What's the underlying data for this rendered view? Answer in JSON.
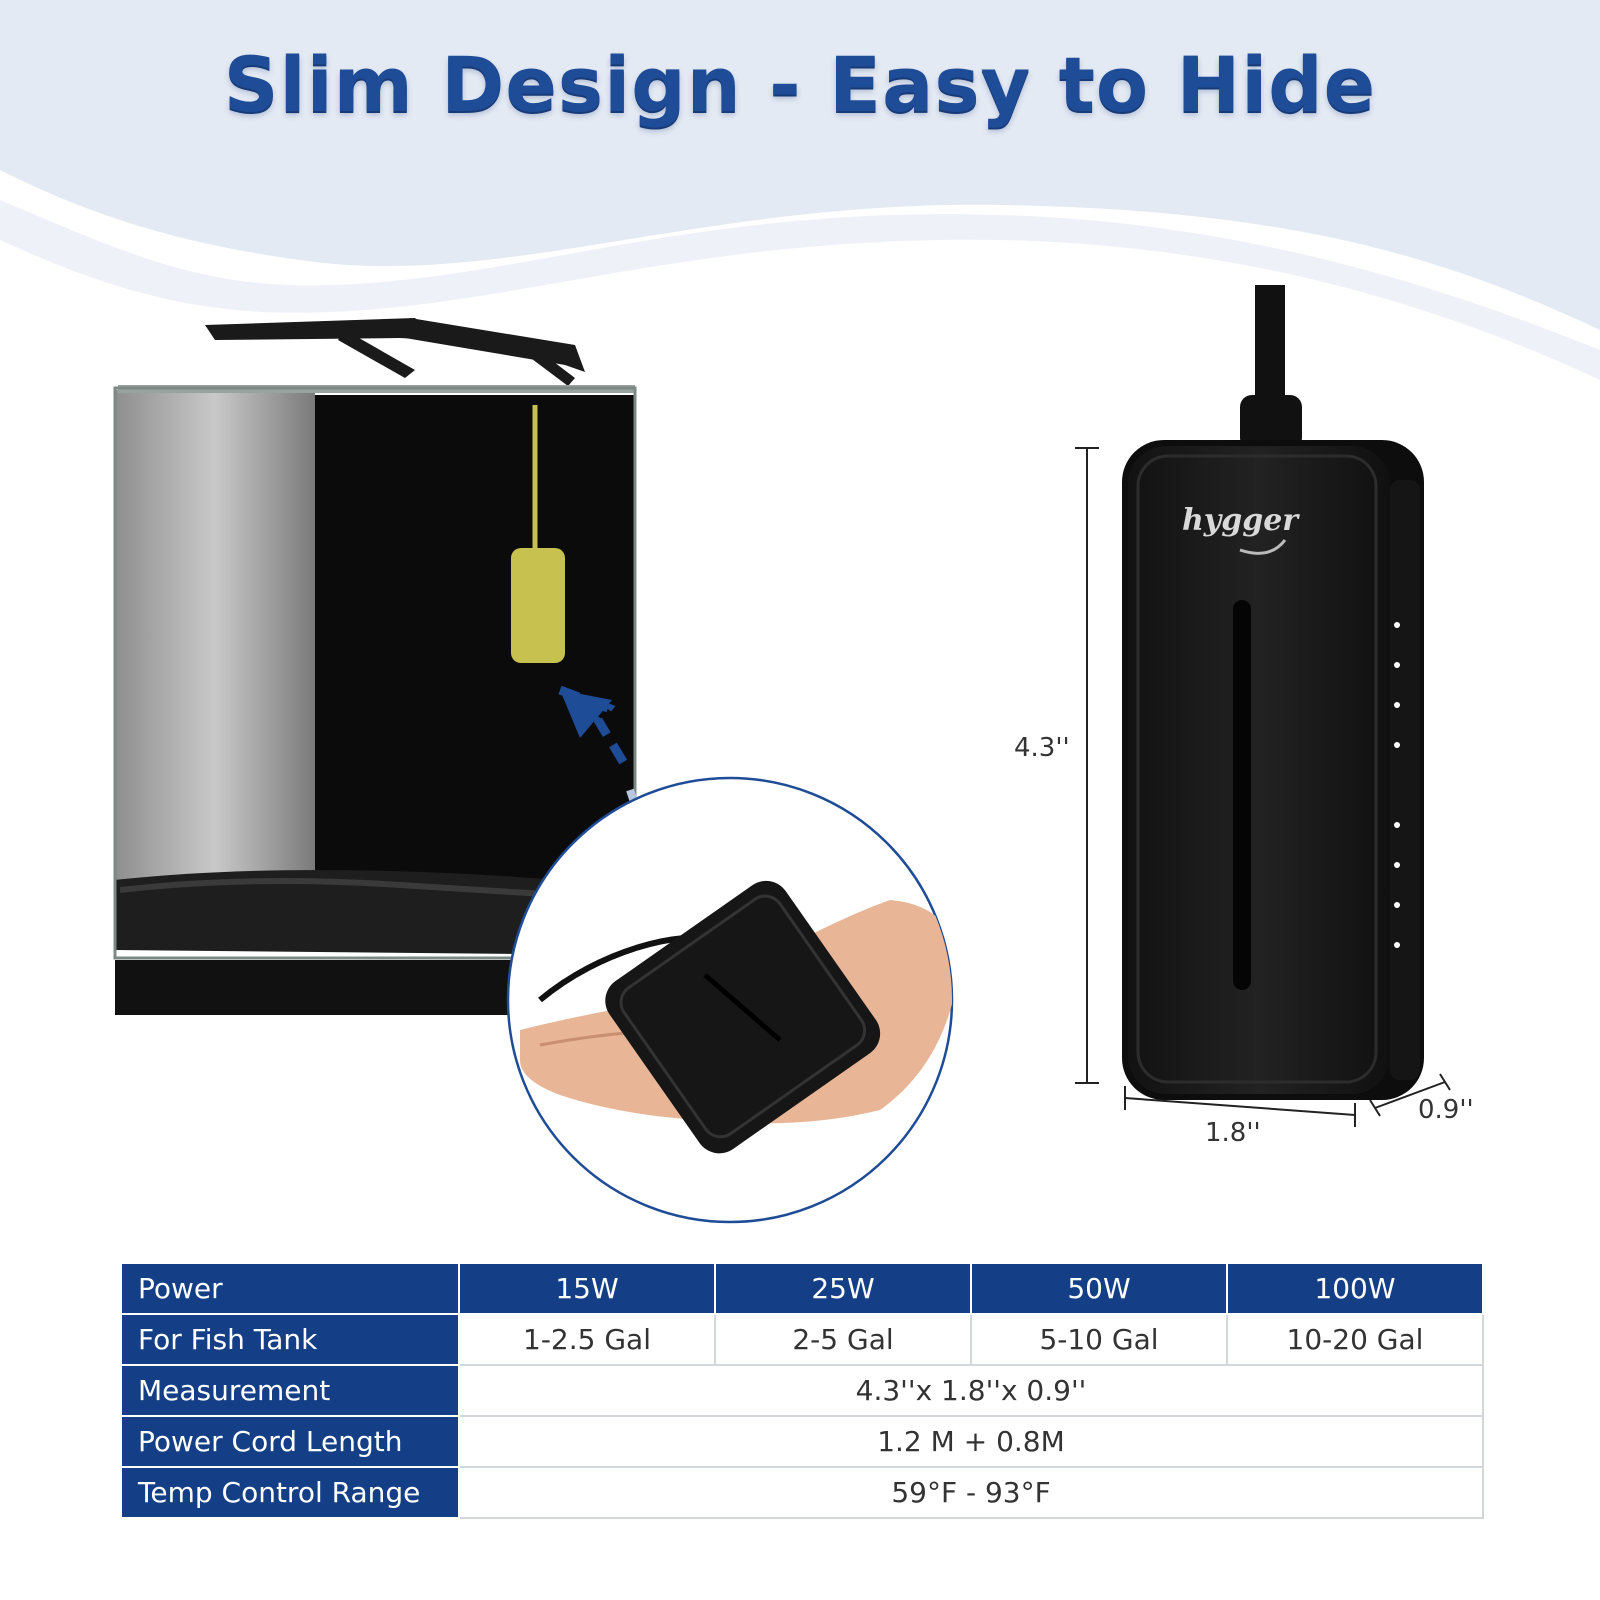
{
  "headline": "Slim Design - Easy to Hide",
  "brand": "hygger",
  "dimensions": {
    "height": "4.3''",
    "width": "1.8''",
    "depth": "0.9''"
  },
  "colors": {
    "brand_blue": "#143f86",
    "title_blue": "#1f4c96",
    "wave": "#e4eaf4",
    "float_yellow": "#c7c14f",
    "heater_body": "#161616"
  },
  "spec_table": {
    "rows": [
      {
        "label": "Power",
        "cells": [
          "15W",
          "25W",
          "50W",
          "100W"
        ]
      },
      {
        "label": "For Fish Tank",
        "cells": [
          "1-2.5 Gal",
          "2-5 Gal",
          "5-10 Gal",
          "10-20 Gal"
        ]
      },
      {
        "label": "Measurement",
        "merged": "4.3''x 1.8''x 0.9''"
      },
      {
        "label": "Power Cord Length",
        "merged": "1.2 M + 0.8M"
      },
      {
        "label": "Temp Control Range",
        "merged": "59°F - 93°F"
      }
    ]
  }
}
